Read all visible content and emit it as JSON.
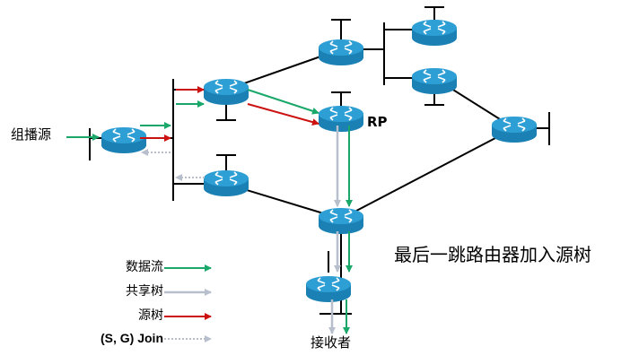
{
  "diagram": {
    "source_label": "组播源",
    "rp_label": "RP",
    "receiver_label": "接收者",
    "caption": "最后一跳路由器加入源树"
  },
  "legend": [
    {
      "label": "数据流",
      "color": "#1aa86a"
    },
    {
      "label": "共享树",
      "color": "#b8bfcc"
    },
    {
      "label": "源树",
      "color": "#cc1111"
    },
    {
      "label": "(S, G) Join",
      "color": "#b8bfcc"
    }
  ],
  "colors": {
    "router_body": "#1b80b4",
    "router_top": "#2e9fd4",
    "data_flow": "#1aa86a",
    "shared_tree": "#b8bfcc",
    "source_tree": "#cc1111",
    "join": "#b8bfcc",
    "link": "#000000"
  }
}
